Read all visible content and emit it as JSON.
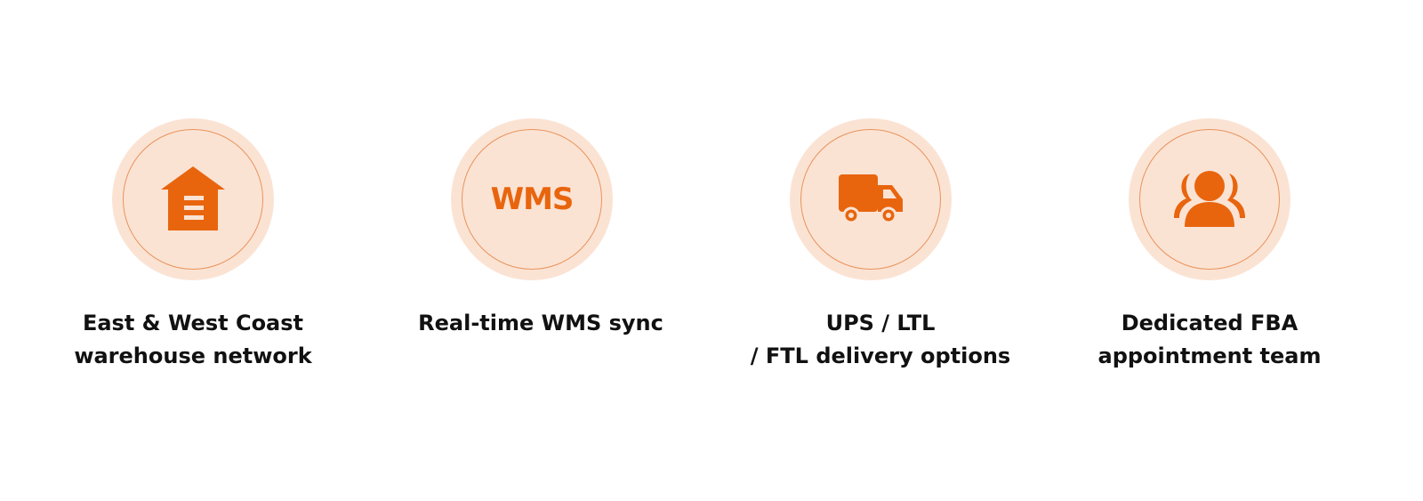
{
  "accent": "#e8650e",
  "features": [
    {
      "icon": "warehouse-icon",
      "label": "East & West Coast\nwarehouse network"
    },
    {
      "icon": "wms-icon",
      "icon_text": "WMS",
      "label": "Real-time WMS sync"
    },
    {
      "icon": "truck-icon",
      "label": "UPS / LTL\n/ FTL delivery options"
    },
    {
      "icon": "team-icon",
      "label": "Dedicated FBA\nappointment team"
    }
  ]
}
